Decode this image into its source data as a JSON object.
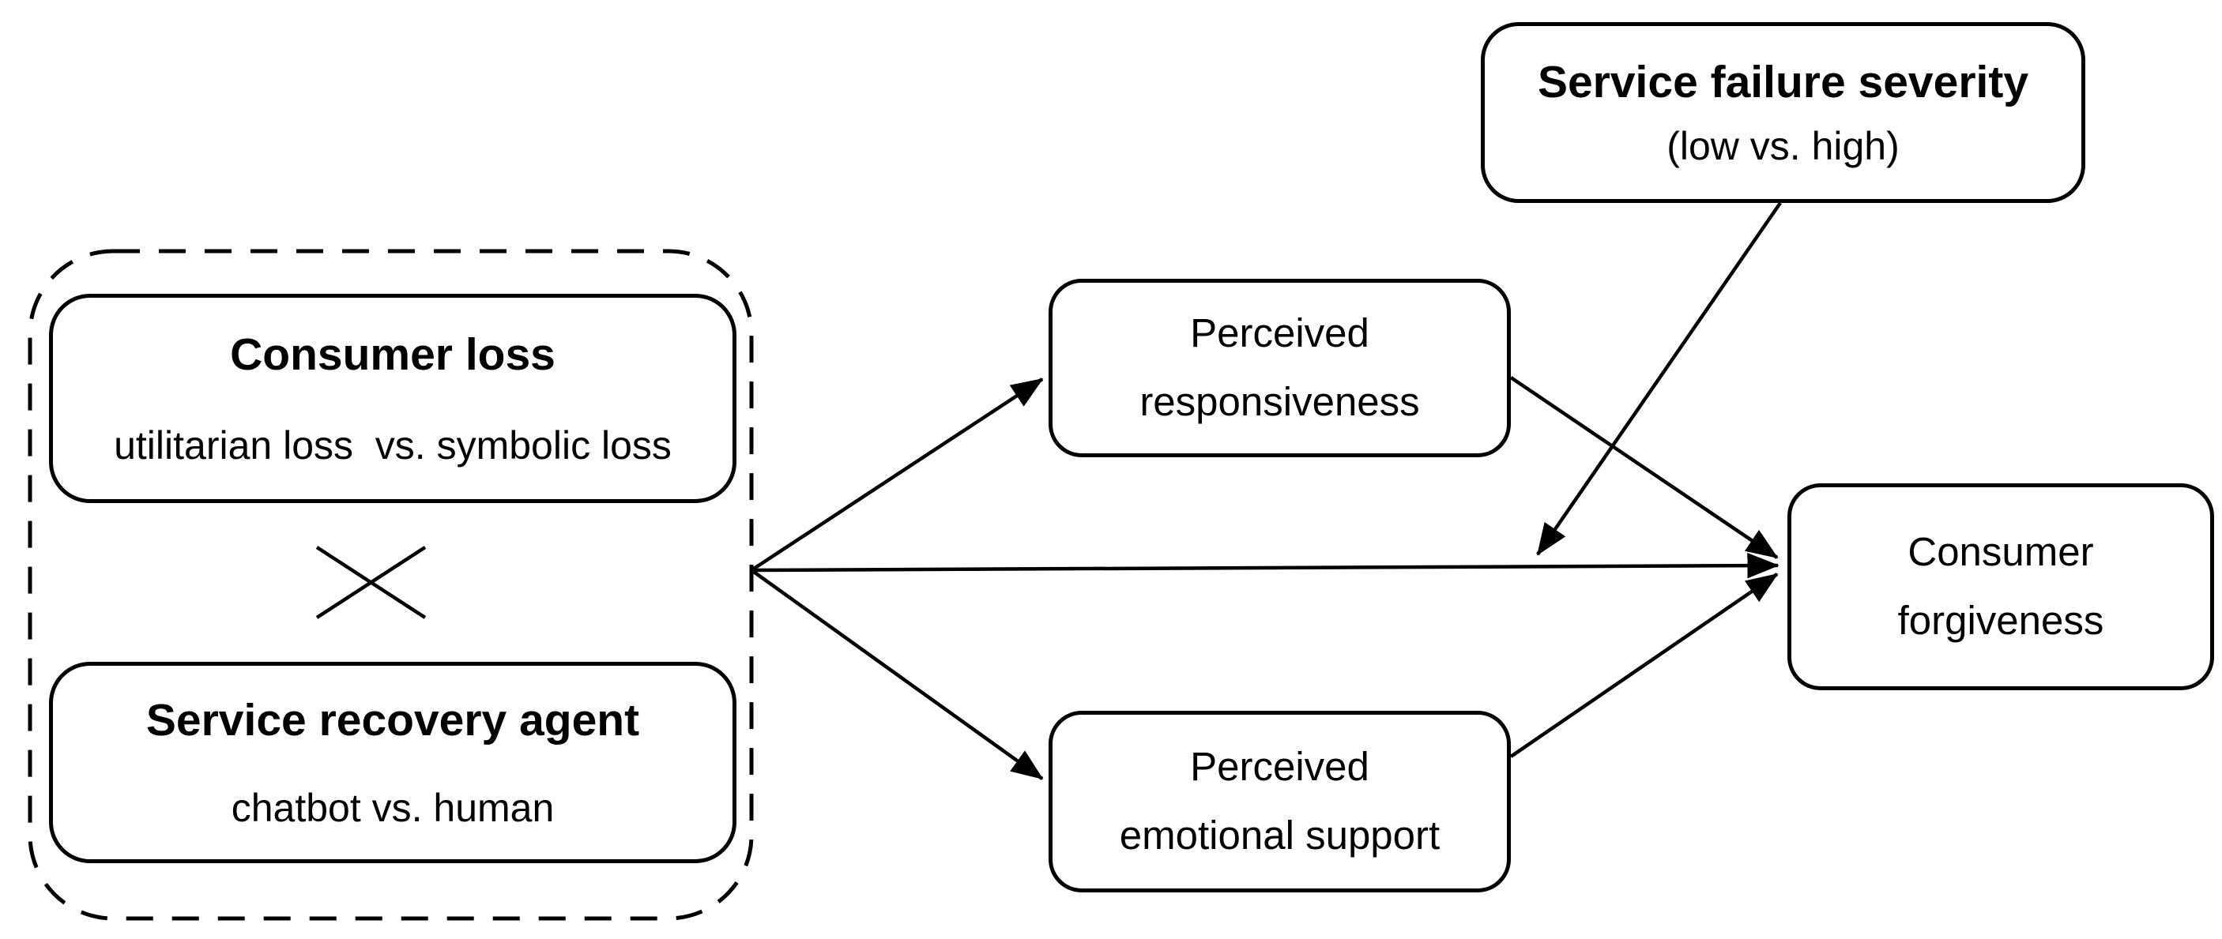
{
  "diagram": {
    "background_color": "#ffffff",
    "stroke_color": "#000000",
    "nodes": {
      "service_failure_severity": {
        "title": "Service failure severity",
        "subtitle": "(low vs. high)"
      },
      "consumer_loss": {
        "title": "Consumer loss",
        "subtitle": "utilitarian loss  vs. symbolic loss"
      },
      "service_recovery_agent": {
        "title": "Service recovery agent",
        "subtitle": "chatbot vs. human"
      },
      "perceived_responsiveness": {
        "label": "Perceived\nresponsiveness"
      },
      "perceived_emotional_support": {
        "label": "Perceived\nemotional support"
      },
      "consumer_forgiveness": {
        "label": "Consumer\nforgiveness"
      }
    },
    "interaction_symbol": "×",
    "edges": [
      {
        "from": "consumer-loss × service-recovery-agent",
        "to": "perceived-responsiveness",
        "kind": "direct"
      },
      {
        "from": "consumer-loss × service-recovery-agent",
        "to": "consumer-forgiveness",
        "kind": "direct"
      },
      {
        "from": "consumer-loss × service-recovery-agent",
        "to": "perceived-emotional-support",
        "kind": "direct"
      },
      {
        "from": "perceived-responsiveness",
        "to": "consumer-forgiveness",
        "kind": "direct"
      },
      {
        "from": "perceived-emotional-support",
        "to": "consumer-forgiveness",
        "kind": "direct"
      },
      {
        "from": "service-failure-severity",
        "to": "path: consumer-loss → consumer-forgiveness",
        "kind": "moderation"
      }
    ]
  }
}
